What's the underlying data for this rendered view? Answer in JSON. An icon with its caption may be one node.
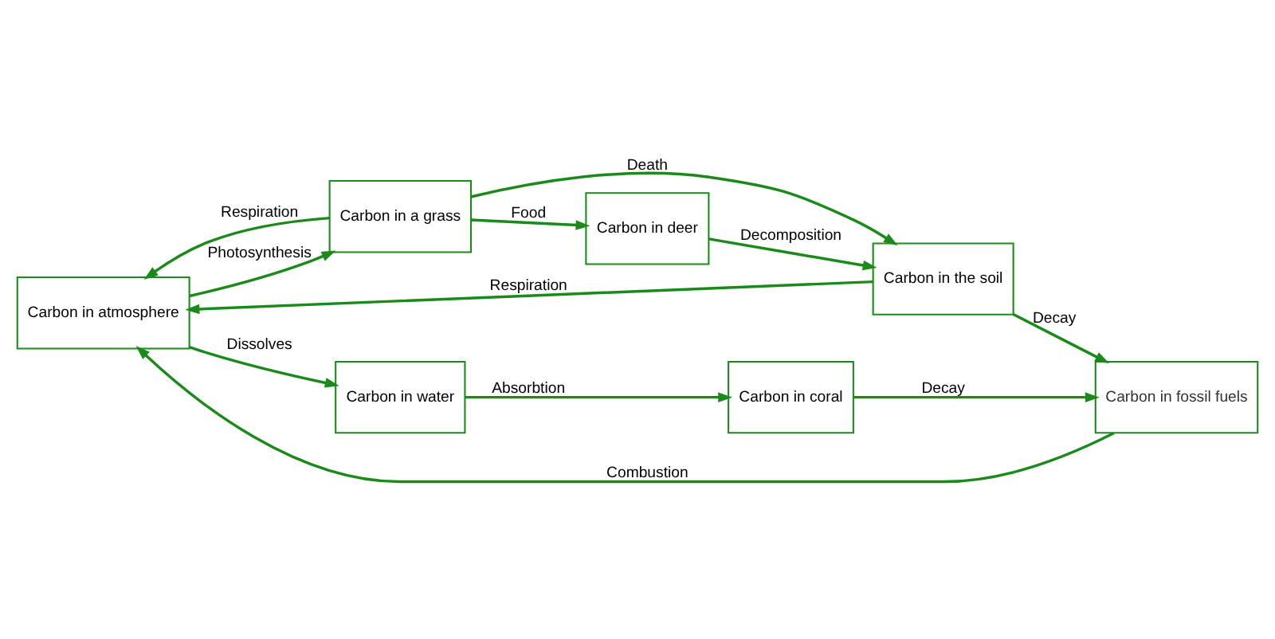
{
  "diagram": {
    "nodes": [
      {
        "text": [
          "Carbon in atmosphere"
        ]
      },
      {
        "text": [
          "Carbon in a grass"
        ]
      },
      {
        "text": [
          "Carbon in the soil"
        ]
      },
      {
        "text": [
          "Carbon in deer"
        ]
      },
      {
        "text": [
          "Carbon in fossil fuels"
        ]
      },
      {
        "text": [
          "Carbon in water"
        ]
      },
      {
        "text": [
          "Carbon in coral"
        ]
      }
    ],
    "edges": [
      {
        "from": 2,
        "to": 0,
        "arrow": "to",
        "label": "Respiration"
      },
      {
        "from": 0,
        "to": 1,
        "arrow": "to",
        "label": "Photosynthesis"
      },
      {
        "from": 1,
        "to": 0,
        "arrow": "to",
        "label": "Respiration"
      },
      {
        "from": 1,
        "to": 2,
        "arrow": "to",
        "label": "Death"
      },
      {
        "from": 1,
        "to": 3,
        "arrow": "to",
        "label": "Food"
      },
      {
        "from": 3,
        "to": 2,
        "arrow": "to",
        "label": "Decomposition"
      },
      {
        "from": 2,
        "to": 4,
        "arrow": "to",
        "label": "Decay"
      },
      {
        "from": 6,
        "to": 4,
        "arrow": "to",
        "label": "Decay"
      },
      {
        "from": 0,
        "to": 5,
        "arrow": "to",
        "label": "Dissolves"
      },
      {
        "from": 5,
        "to": 6,
        "arrow": "to",
        "label": "Absorbtion"
      },
      {
        "from": 4,
        "to": 0,
        "arrow": "to",
        "label": "Combustion"
      }
    ]
  }
}
